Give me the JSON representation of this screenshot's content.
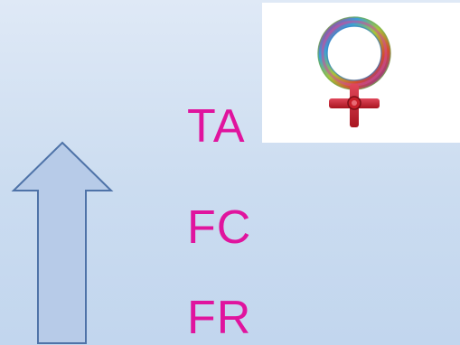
{
  "labels": {
    "ta": "TA",
    "fc": "FC",
    "fr": "FR"
  },
  "colors": {
    "label_text": "#e0149e",
    "arrow_fill": "#b7cbe8",
    "arrow_stroke": "#4f73a8",
    "symbol_cross": "#c8202b"
  },
  "icons": {
    "arrow": "up-arrow-icon",
    "symbol": "female-venus-symbol-icon"
  }
}
